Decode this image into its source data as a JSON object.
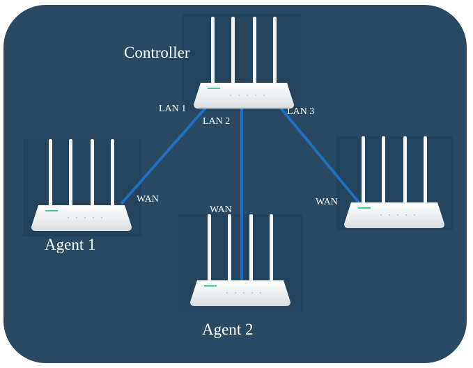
{
  "colors": {
    "background": "#2a4a63",
    "background_border": "#ffffff",
    "link": "#1f6fc2",
    "router_body": "#f4f6f7",
    "antenna": "#f2f4f5",
    "led": "#3fd0a0"
  },
  "diagram": {
    "controller": {
      "label": "Controller",
      "icon": "router-icon"
    },
    "agents": [
      {
        "label": "Agent 1",
        "icon": "router-icon"
      },
      {
        "label": "Agent 2",
        "icon": "router-icon"
      },
      {
        "label": "",
        "icon": "router-icon"
      }
    ],
    "ports": {
      "lan1": "LAN 1",
      "lan2": "LAN 2",
      "lan3": "LAN 3",
      "wan1": "WAN",
      "wan2": "WAN",
      "wan3": "WAN"
    }
  }
}
